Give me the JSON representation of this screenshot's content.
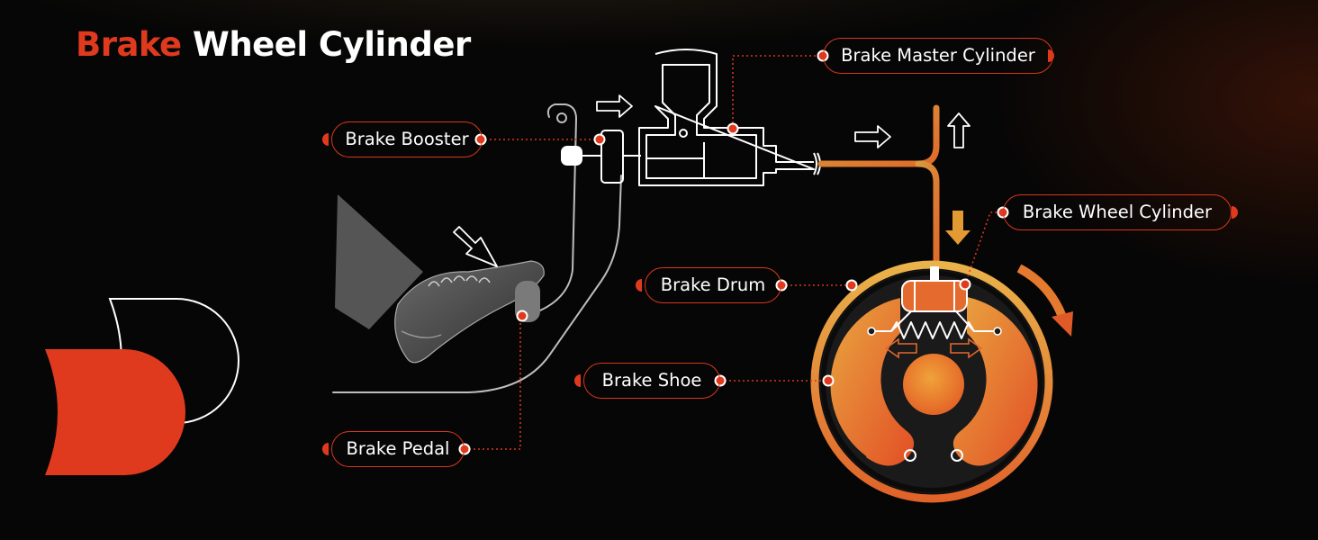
{
  "title": {
    "accent": "Brake",
    "rest": "Wheel Cylinder"
  },
  "labels": {
    "master_cylinder": "Brake Master Cylinder",
    "booster": "Brake Booster",
    "wheel_cylinder": "Brake Wheel Cylinder",
    "drum": "Brake Drum",
    "shoe": "Brake Shoe",
    "pedal": "Brake Pedal"
  },
  "colors": {
    "accent": "#e03a1e",
    "line": "#ffffff",
    "pipe": "#e0953a",
    "dark_shape": "#555555"
  }
}
